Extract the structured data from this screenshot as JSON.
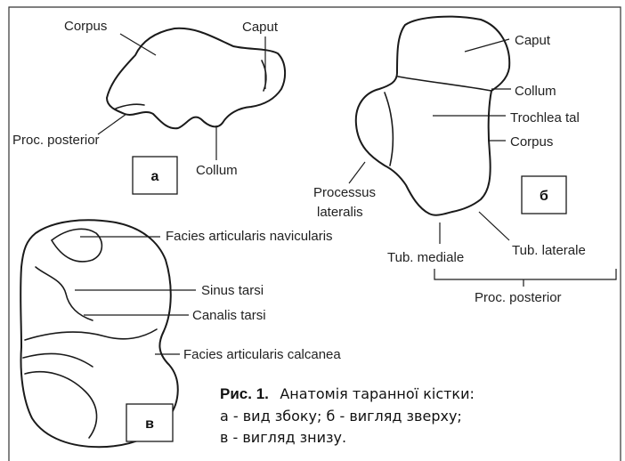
{
  "panel_a": {
    "badge": "а",
    "labels": {
      "corpus": "Corpus",
      "caput": "Caput",
      "proc_posterior": "Proc. posterior",
      "collum": "Collum"
    }
  },
  "panel_b": {
    "badge": "б",
    "labels": {
      "caput": "Caput",
      "collum": "Collum",
      "trochlea": "Trochlea tal",
      "corpus": "Corpus",
      "processus": "Processus",
      "lateralis": "lateralis",
      "tub_mediale": "Tub. mediale",
      "tub_laterale": "Tub. laterale",
      "proc_posterior": "Proc. posterior"
    }
  },
  "panel_v": {
    "badge": "в",
    "labels": {
      "facies_navicularis": "Facies articularis navicularis",
      "sinus_tarsi": "Sinus tarsi",
      "canalis_tarsi": "Canalis tarsi",
      "facies_calcanea": "Facies articularis calcanea"
    }
  },
  "caption": {
    "title": "Рис. 1.",
    "line1_rest": "Анатомія таранної кістки:",
    "line2": "а - вид збоку; б - вигляд зверху;",
    "line3": "в - вигляд знизу."
  }
}
